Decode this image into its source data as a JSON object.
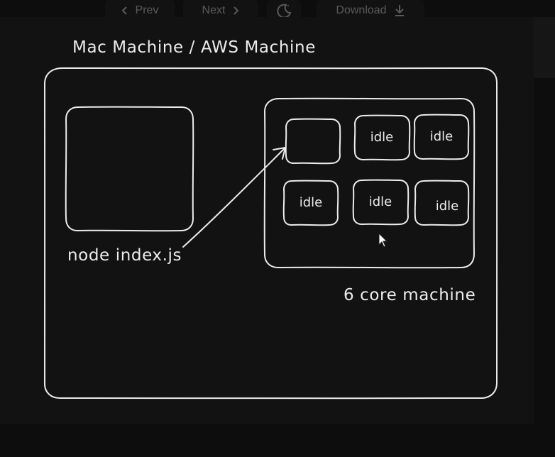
{
  "toolbar": {
    "prev_label": "Prev",
    "next_label": "Next",
    "download_label": "Download",
    "prev_icon": "chevron-left-icon",
    "next_icon": "chevron-right-icon",
    "theme_icon": "moon-icon",
    "download_icon": "download-icon"
  },
  "diagram": {
    "outer_title": "Mac Machine / AWS Machine",
    "process_label": "node index.js",
    "machine_label": "6 core machine",
    "cores": [
      {
        "label": ""
      },
      {
        "label": "idle"
      },
      {
        "label": "idle"
      },
      {
        "label": "idle"
      },
      {
        "label": "idle"
      },
      {
        "label": "idle"
      }
    ]
  },
  "colors": {
    "background": "#121212",
    "stroke": "#ececec",
    "toolbar_text": "#5a5a5a"
  }
}
